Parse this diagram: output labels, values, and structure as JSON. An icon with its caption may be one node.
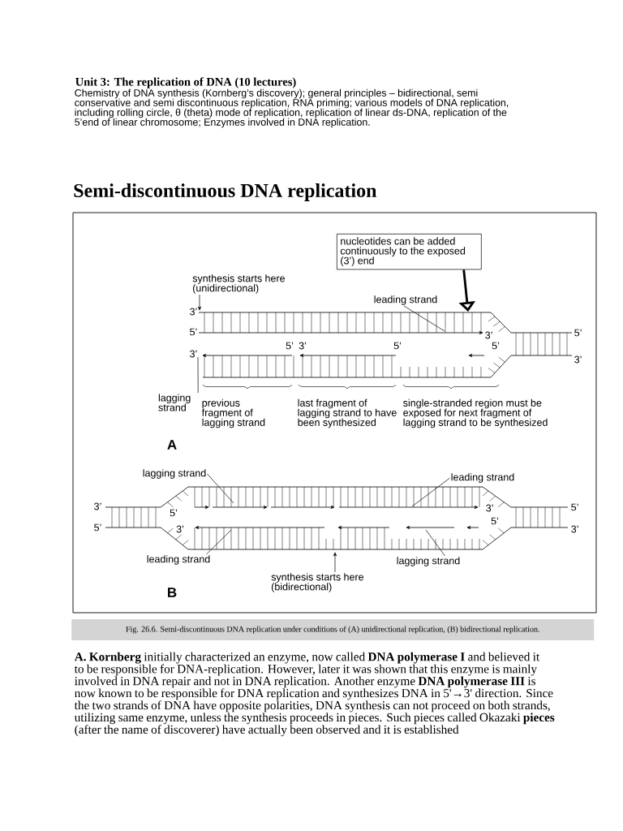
{
  "diagram": {
    "title": "Semi-discontinuous DNA replication",
    "caption": "Fig. 26.6. Semi-discontinuous DNA replication under conditions of (A) unidirectional replication, (B) bidirectional replication.",
    "nodes": [
      {
        "text": [
          "nucleotides can be added continuously to the exposed (3’) end"
        ]
      },
      {
        "text": [
          "synthesis starts here (unidirectional)"
        ]
      },
      {
        "text": [
          "leading strand"
        ]
      },
      {
        "text": [
          "lagging strand"
        ]
      },
      {
        "text": [
          "lagging strand"
        ]
      },
      {
        "text": [
          "leading strand"
        ]
      },
      {
        "text": [
          "leading strand"
        ]
      },
      {
        "text": [
          "lagging strand"
        ]
      },
      {
        "text": [
          "synthesis starts here (bidirectional)"
        ]
      },
      {
        "text": [],
        "shape": "picture"
      },
      {
        "text": [],
        "shape": "picture"
      }
    ],
    "edges": [
      {
        "from": 0,
        "to": 9,
        "arrow": "to",
        "style": "thick"
      },
      {
        "from": 1,
        "to": 9,
        "arrow": "to"
      },
      {
        "from": 2,
        "to": 9,
        "arrow": "none"
      },
      {
        "from": 3,
        "to": 9,
        "arrow": "none"
      },
      {
        "from": 4,
        "to": 10,
        "arrow": "none"
      },
      {
        "from": 5,
        "to": 10,
        "arrow": "none"
      },
      {
        "from": 6,
        "to": 10,
        "arrow": "none"
      },
      {
        "from": 7,
        "to": 10,
        "arrow": "none"
      },
      {
        "from": 8,
        "to": 10,
        "arrow": "to"
      }
    ],
    "labels": [
      "Unit 3: The replication of DNA (10 lectures)",
      "Chemistry of DNA synthesis (Kornberg’s discovery); general principles – bidirectional, semi conservative and semi discontinuous replication, RNA priming; various models of DNA replication, including rolling circle, θ (theta) mode of replication, replication of linear ds-DNA, replication of the 5’end of linear chromosome; Enzymes involved in DNA replication.",
      "3’",
      "5’",
      "3’",
      "5’",
      "3’",
      "5’",
      "3’",
      "5’",
      "5’",
      "3’",
      "previous fragment of lagging strand",
      "last fragment of lagging strand to have been synthesized",
      "single-stranded region must be exposed for next fragment of lagging strand to be synthesized",
      "A",
      "3’",
      "5’",
      "5’",
      "3’",
      "3’",
      "5’",
      "5’",
      "3’",
      "B",
      "**A. Kornberg** initially characterized an enzyme, now called **DNA polymerase I** and believed it to be responsible for DNA-replication. However, later it was shown that this enzyme is mainly involved in DNA repair and not in DNA replication. Another enzyme **DNA polymerase III** is now known to be responsible for DNA replication and synthesizes DNA in 5'→3' direction. Since the two strands of DNA have opposite polarities, DNA synthesis can not proceed on both strands, utilizing same enzyme, unless the synthesis proceeds in pieces. Such pieces called Okazaki **pieces** (after the name of discoverer) have actually been observed and it is established"
    ]
  }
}
